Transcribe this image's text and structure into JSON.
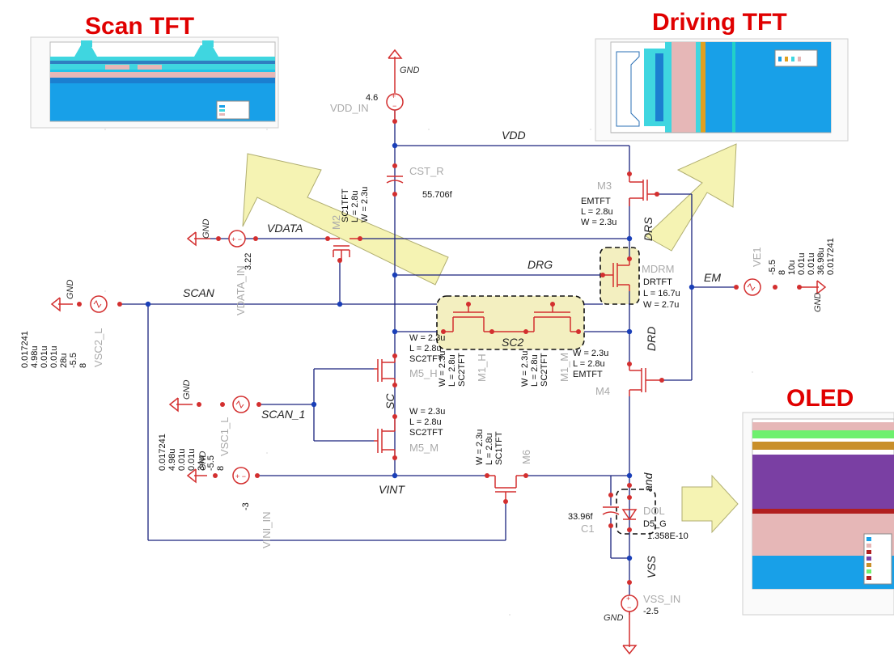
{
  "titles": {
    "scan_tft": "Scan TFT",
    "driving_tft": "Driving TFT",
    "oled": "OLED"
  },
  "nets": {
    "vdd": "VDD",
    "vdata": "VDATA",
    "scan": "SCAN",
    "drg": "DRG",
    "em": "EM",
    "scan_1": "SCAN_1",
    "vint": "VINT",
    "vss": "VSS",
    "sc": "SC",
    "drd": "DRD",
    "drs": "DRS",
    "and": "and",
    "sc2": "SC2"
  },
  "gnd": "GND",
  "sources": {
    "vdd_in": {
      "value": "4.6",
      "name": "VDD_IN"
    },
    "vdata_in": {
      "value": "3.22",
      "name": "VDATA_IN"
    },
    "vini_in": {
      "value": "-3",
      "name": "VINI_IN"
    },
    "vss_in": {
      "value": "-2.5",
      "name": "VSS_IN"
    },
    "vsc2_l": {
      "name": "VSC2_L",
      "params": [
        "0.017241",
        "4.98u",
        "0.01u",
        "0.01u",
        "28u",
        "-5.5",
        "8"
      ]
    },
    "vsc1_l": {
      "name": "VSC1_L",
      "params": [
        "0.017241",
        "4.98u",
        "0.01u",
        "0.01u",
        "34u",
        "-5.5",
        "8"
      ]
    },
    "ve1": {
      "name": "VE1",
      "params": [
        "-5.5",
        "8",
        "10u",
        "0.01u",
        "0.01u",
        "36.98u",
        "0.017241"
      ]
    }
  },
  "caps": {
    "cst_r": {
      "name": "CST_R",
      "value": "55.706f"
    },
    "c1": {
      "name": "C1",
      "value": "33.96f"
    }
  },
  "transistors": {
    "m3": {
      "name": "M3",
      "model": "EMTFT",
      "l": "L = 2.8u",
      "w": "W = 2.3u"
    },
    "m2": {
      "name": "M2",
      "model": "SC1TFT",
      "l": "L = 2.8u",
      "w": "W = 2.3u"
    },
    "mdrm": {
      "name": "MDRM",
      "model": "DRTFT",
      "l": "L = 16.7u",
      "w": "W = 2.7u"
    },
    "m4": {
      "name": "M4",
      "model": "EMTFT",
      "l": "L = 2.8u",
      "w": "W = 2.3u"
    },
    "m5_h": {
      "name": "M5_H",
      "model": "SC2TFT",
      "l": "L = 2.8u",
      "w": "W = 2.3u"
    },
    "m5_m": {
      "name": "M5_M",
      "model": "SC2TFT",
      "l": "L = 2.8u",
      "w": "W = 2.3u"
    },
    "m1_h": {
      "name": "M1_H",
      "model": "SC2TFT",
      "l": "L = 2.8u",
      "w": "W = 2.3u"
    },
    "m1_m": {
      "name": "M1_M",
      "model": "SC2TFT",
      "l": "L = 2.8u",
      "w": "W = 2.3u"
    },
    "m6": {
      "name": "M6",
      "model": "SC1TFT",
      "l": "L = 2.8u",
      "w": "W = 2.3u"
    }
  },
  "diode": {
    "name": "DOL",
    "model": "D5_G",
    "value": "1.358E-10"
  },
  "colors": {
    "title_red": "#e00000",
    "wire": "#1a237e",
    "pin_red": "#d32f2f",
    "arrow_fill": "#f5f3b3",
    "highlight_fill": "#f3efc0",
    "layer_blue": "#18a0e8",
    "layer_cyan": "#3fd6e0",
    "layer_pink": "#e6b7b7",
    "layer_purple": "#7a3fa3",
    "layer_green": "#6ef06e",
    "layer_orange": "#c98f2a"
  }
}
